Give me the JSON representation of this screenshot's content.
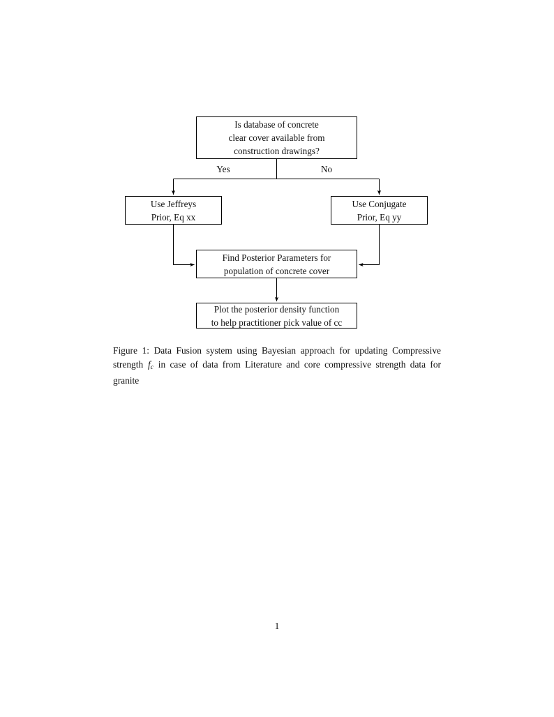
{
  "document": {
    "page_number": "1"
  },
  "figure": {
    "caption": {
      "label": "Figure 1:",
      "text_before_symbol": "Data Fusion system using Bayesian approach for updating Compressive strength",
      "symbol_base": "f",
      "symbol_subscript": "c",
      "text_after_symbol": "in case of data from Literature and core compressive strength data for granite"
    },
    "diagram": {
      "type": "flowchart",
      "line_color": "#000000",
      "background_color": "#ffffff",
      "nodes": [
        {
          "id": "decision",
          "shape": "rectangle",
          "lines": [
            "Is database of concrete",
            "clear cover available from",
            "construction drawings?"
          ]
        },
        {
          "id": "jeffreys",
          "shape": "rectangle",
          "lines": [
            "Use Jeffreys",
            "Prior, Eq xx"
          ]
        },
        {
          "id": "conjugate",
          "shape": "rectangle",
          "lines": [
            "Use Conjugate",
            "Prior, Eq yy"
          ]
        },
        {
          "id": "posterior",
          "shape": "rectangle",
          "lines": [
            "Find Posterior Parameters for",
            "population of concrete cover"
          ]
        },
        {
          "id": "plot",
          "shape": "rectangle",
          "lines": [
            "Plot the posterior density function",
            "to help practitioner pick value of cc"
          ]
        }
      ],
      "edge_labels": {
        "yes": "Yes",
        "no": "No"
      }
    }
  }
}
